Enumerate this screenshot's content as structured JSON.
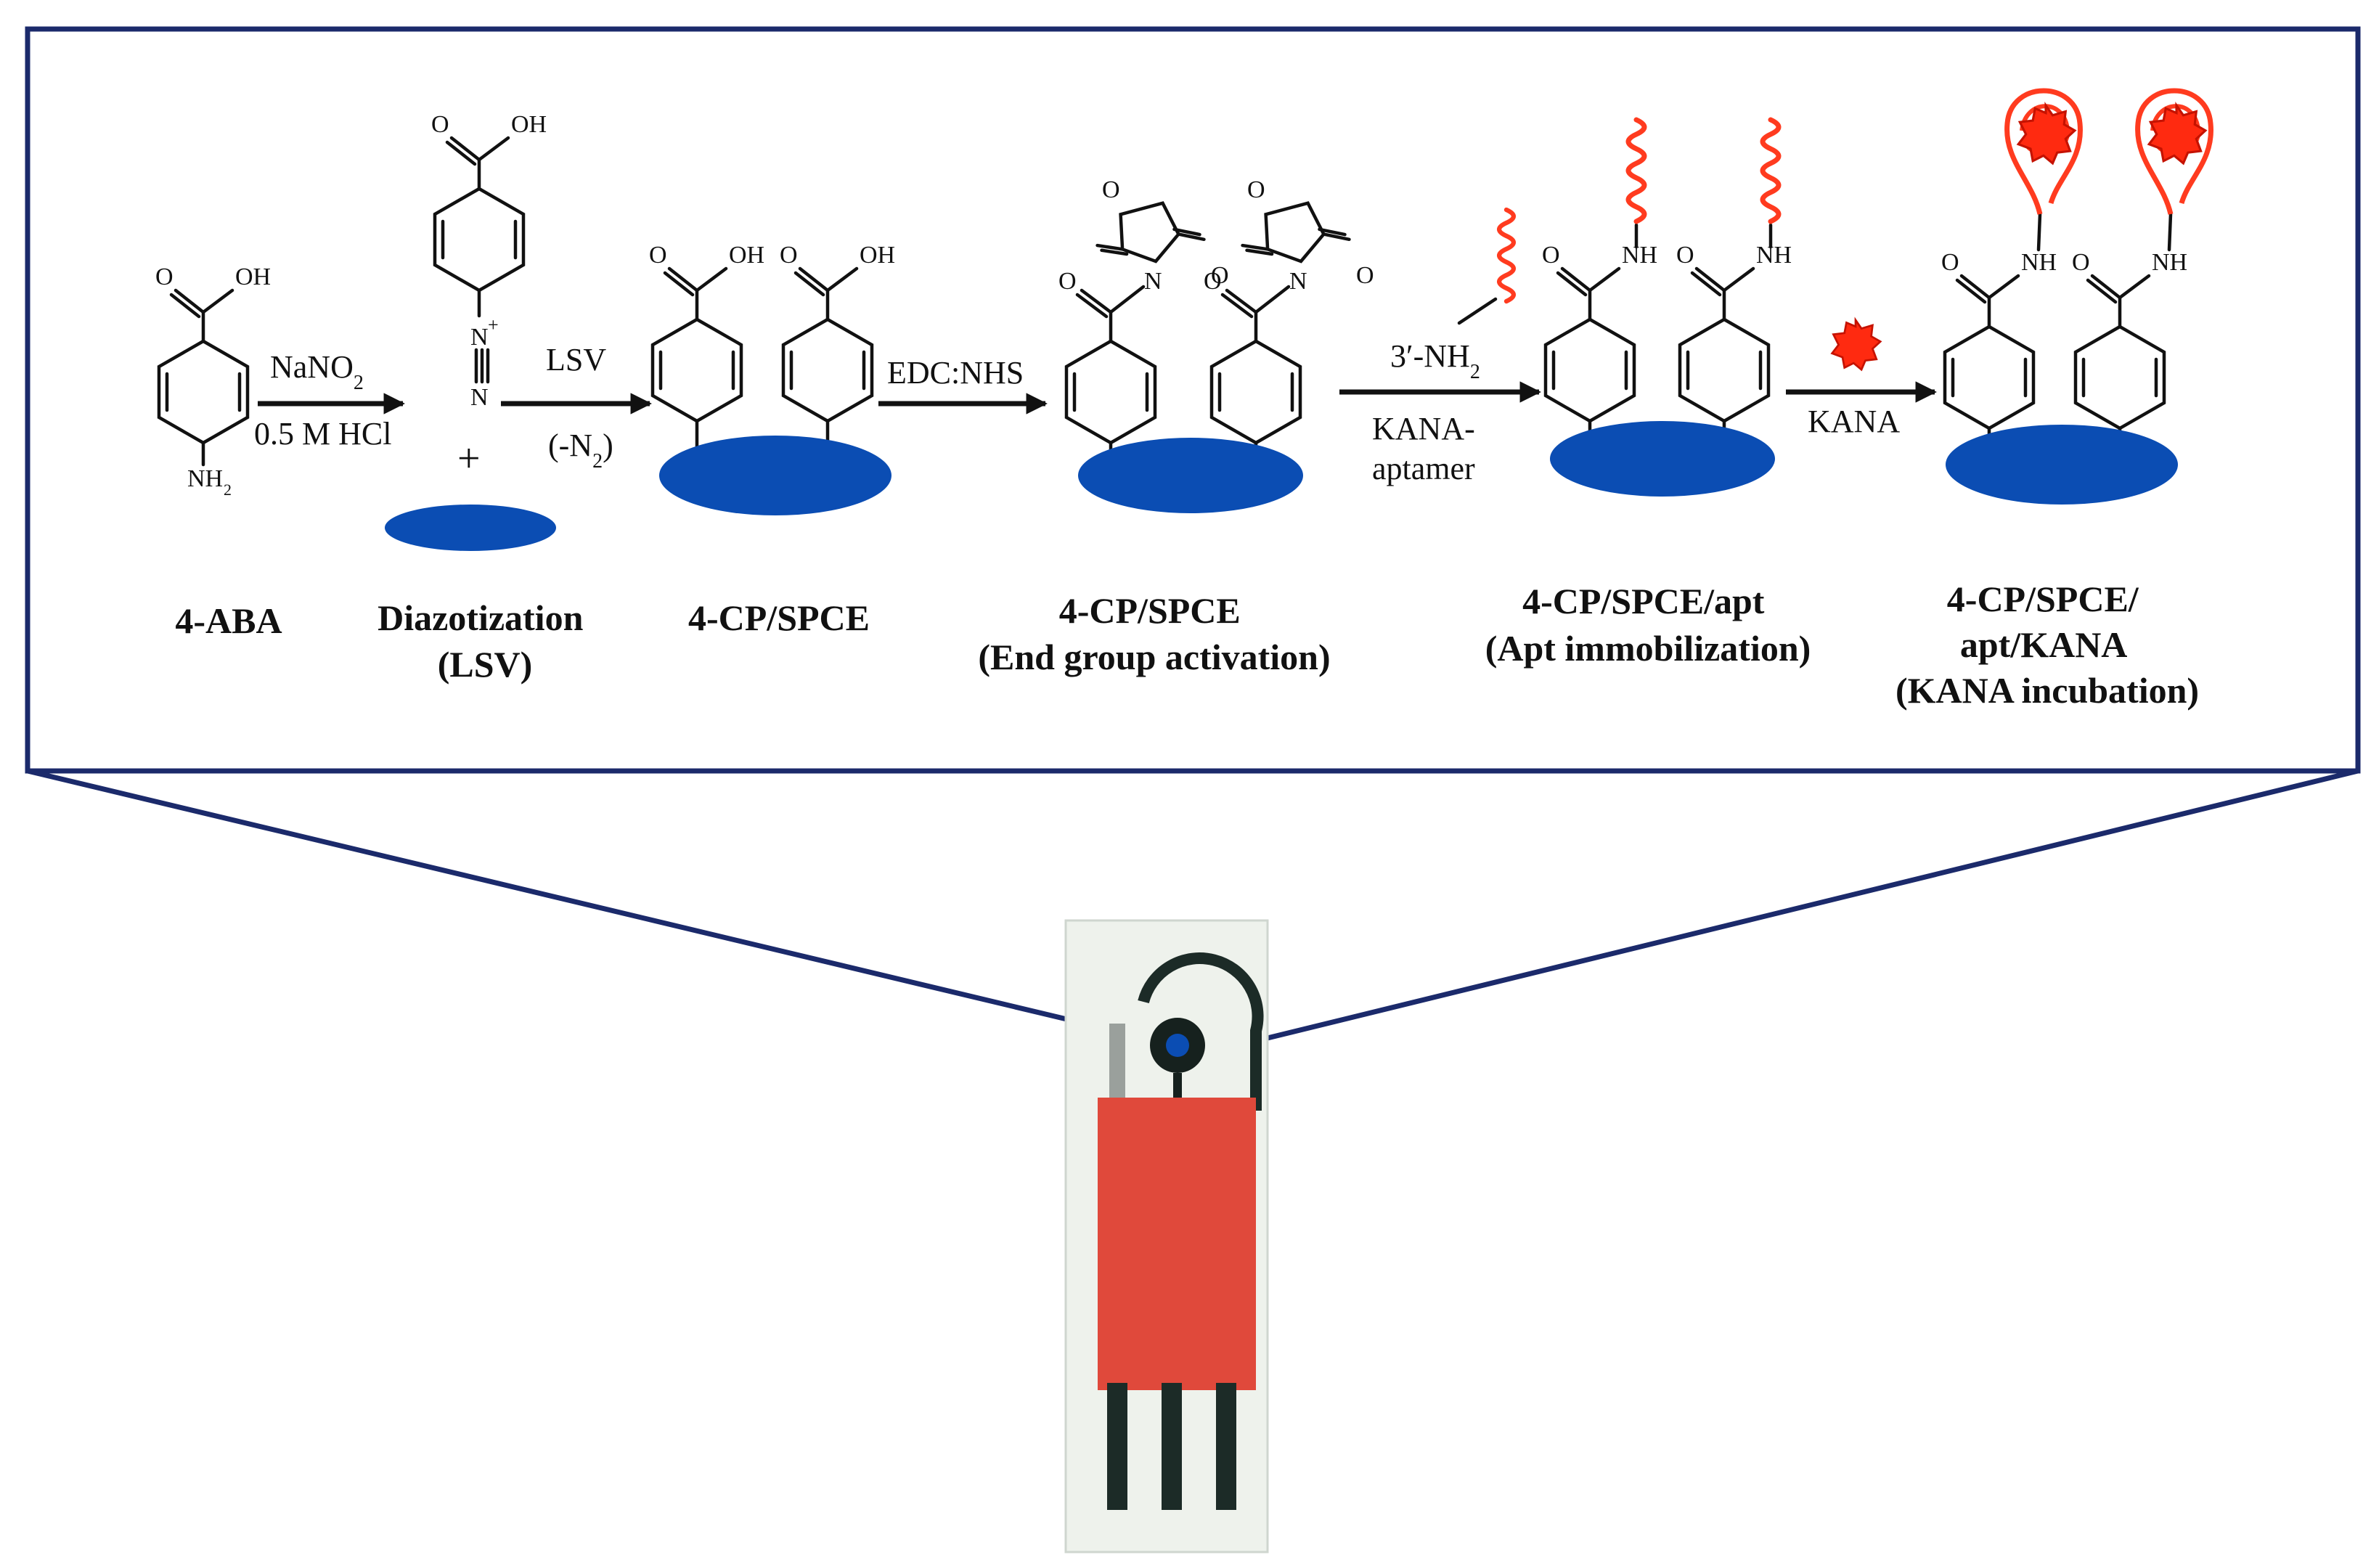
{
  "stages": [
    {
      "name": "4-ABA",
      "lines": [
        "4-ABA"
      ]
    },
    {
      "name": "diazotization",
      "lines": [
        "Diazotization",
        "(LSV)"
      ]
    },
    {
      "name": "4-cp-spce",
      "lines": [
        "4-CP/SPCE"
      ]
    },
    {
      "name": "activation",
      "lines": [
        "4-CP/SPCE",
        "(End group activation)"
      ]
    },
    {
      "name": "apt",
      "lines": [
        "4-CP/SPCE/apt",
        "(Apt immobilization)"
      ]
    },
    {
      "name": "kana",
      "lines": [
        "4-CP/SPCE/",
        "apt/KANA",
        "(KANA incubation)"
      ]
    }
  ],
  "reactions": {
    "nano2": "NaNO",
    "nano2_sub": "2",
    "hcl": "0.5 M HCl",
    "lsv": "LSV",
    "n2_open": "(-N",
    "n2_sub": "2",
    "n2_close": ")",
    "edc": "EDC:NHS",
    "amine_pre": "3′-NH",
    "amine_sub": "2",
    "kana_aptamer_1": "KANA-",
    "kana_aptamer_2": "aptamer",
    "kana": "KANA",
    "plus": "+"
  },
  "atoms": {
    "o": "O",
    "oh": "OH",
    "nh": "NH",
    "n": "N",
    "nh2": "NH",
    "nh2_sub": "2",
    "n_plus": "N",
    "plus": "+"
  },
  "colors": {
    "electrode": "#0b4db3",
    "aptamer": "#ff3b1f",
    "frame": "#1b2a6b",
    "sensor_red": "#e0493b"
  }
}
